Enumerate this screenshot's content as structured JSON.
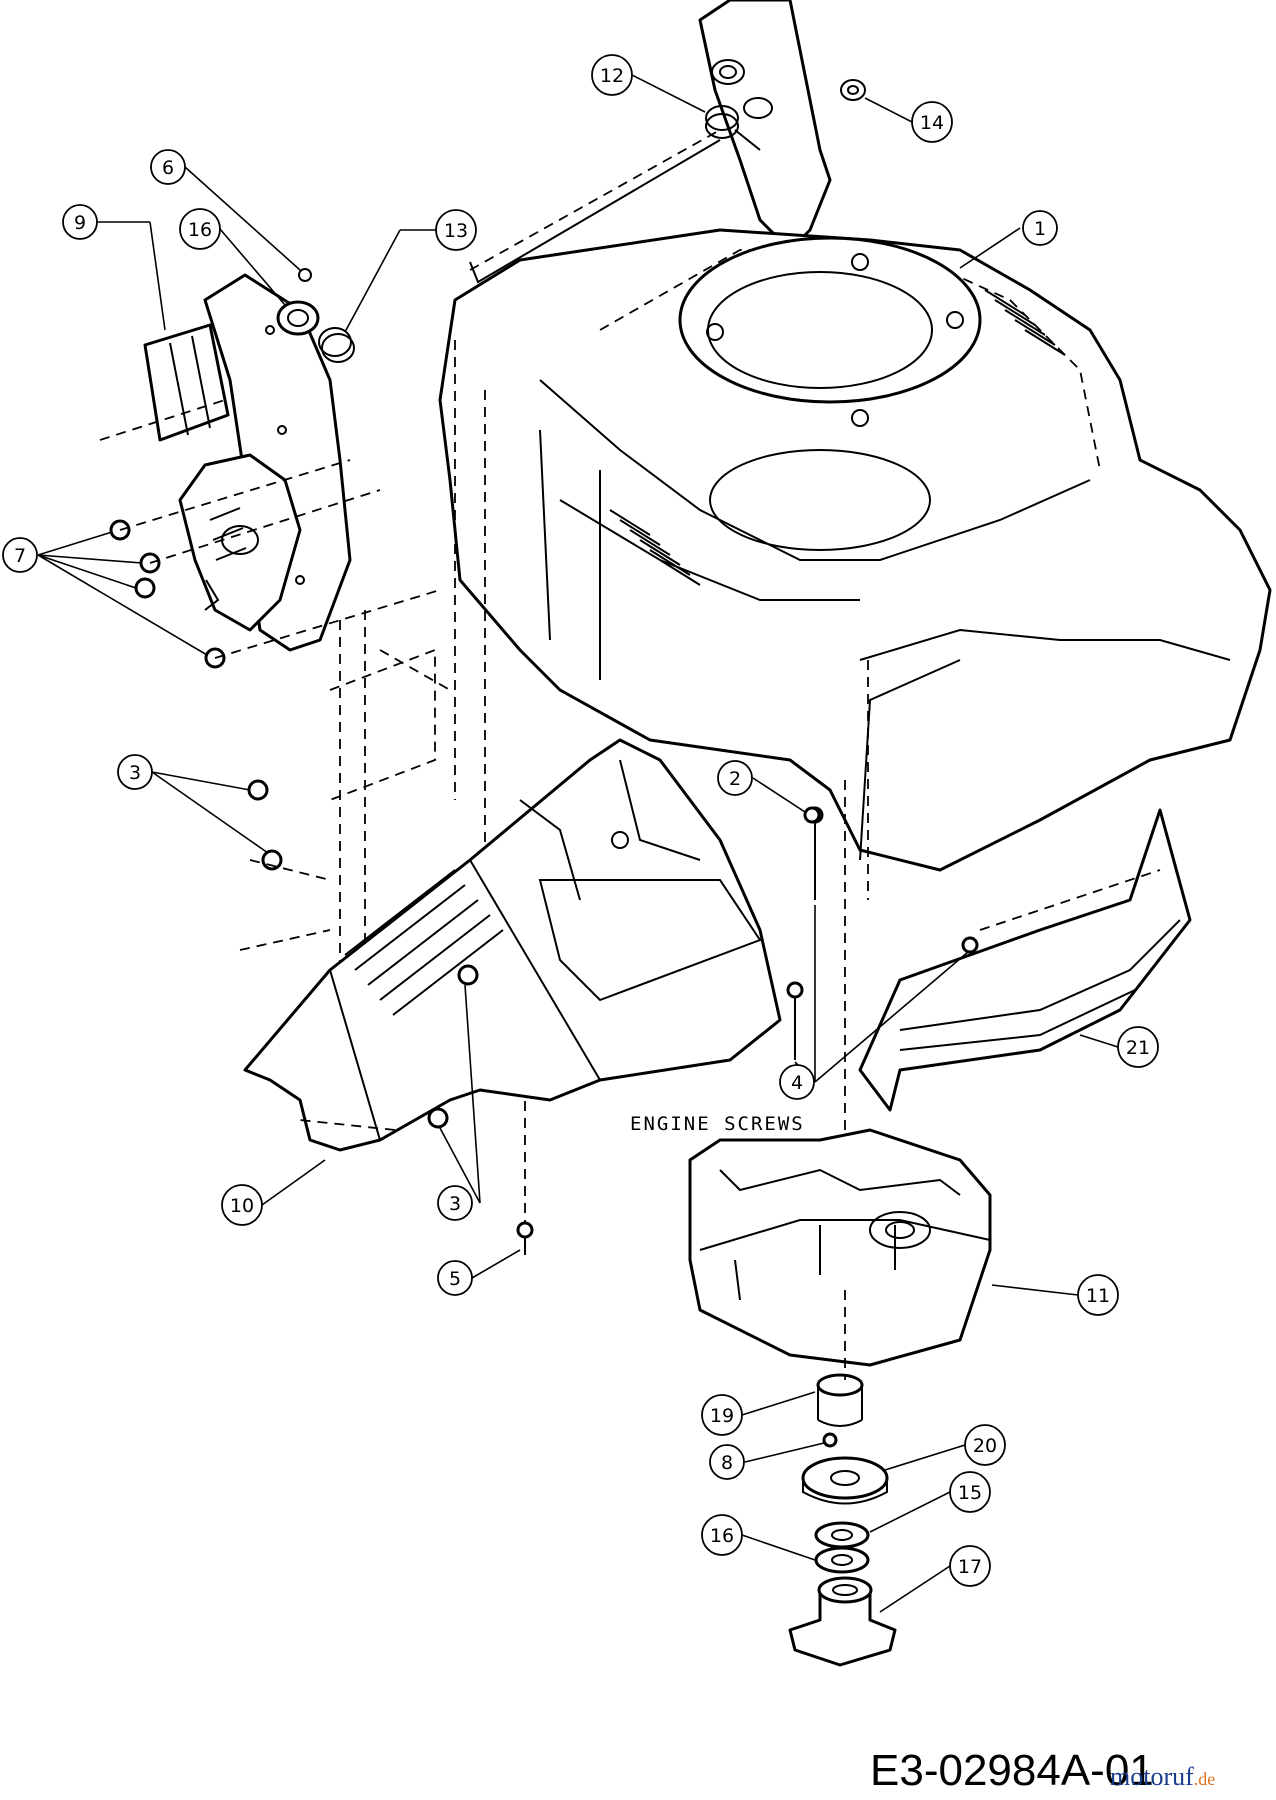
{
  "callouts": [
    {
      "id": "c1",
      "label": "1"
    },
    {
      "id": "c2",
      "label": "2"
    },
    {
      "id": "c3a",
      "label": "3"
    },
    {
      "id": "c3b",
      "label": "3"
    },
    {
      "id": "c4",
      "label": "4"
    },
    {
      "id": "c5",
      "label": "5"
    },
    {
      "id": "c6",
      "label": "6"
    },
    {
      "id": "c7",
      "label": "7"
    },
    {
      "id": "c8",
      "label": "8"
    },
    {
      "id": "c9",
      "label": "9"
    },
    {
      "id": "c10",
      "label": "10"
    },
    {
      "id": "c11",
      "label": "11"
    },
    {
      "id": "c12",
      "label": "12"
    },
    {
      "id": "c13",
      "label": "13"
    },
    {
      "id": "c14",
      "label": "14"
    },
    {
      "id": "c15",
      "label": "15"
    },
    {
      "id": "c16a",
      "label": "16"
    },
    {
      "id": "c16b",
      "label": "16"
    },
    {
      "id": "c17",
      "label": "17"
    },
    {
      "id": "c19",
      "label": "19"
    },
    {
      "id": "c20",
      "label": "20"
    },
    {
      "id": "c21",
      "label": "21"
    }
  ],
  "note": "ENGINE SCREWS",
  "drawing_number": "E3-02984A-01",
  "watermark": {
    "part1": "motoruf",
    "part2": ".de",
    "color1": "#1a3c8c",
    "color2": "#e07020"
  }
}
